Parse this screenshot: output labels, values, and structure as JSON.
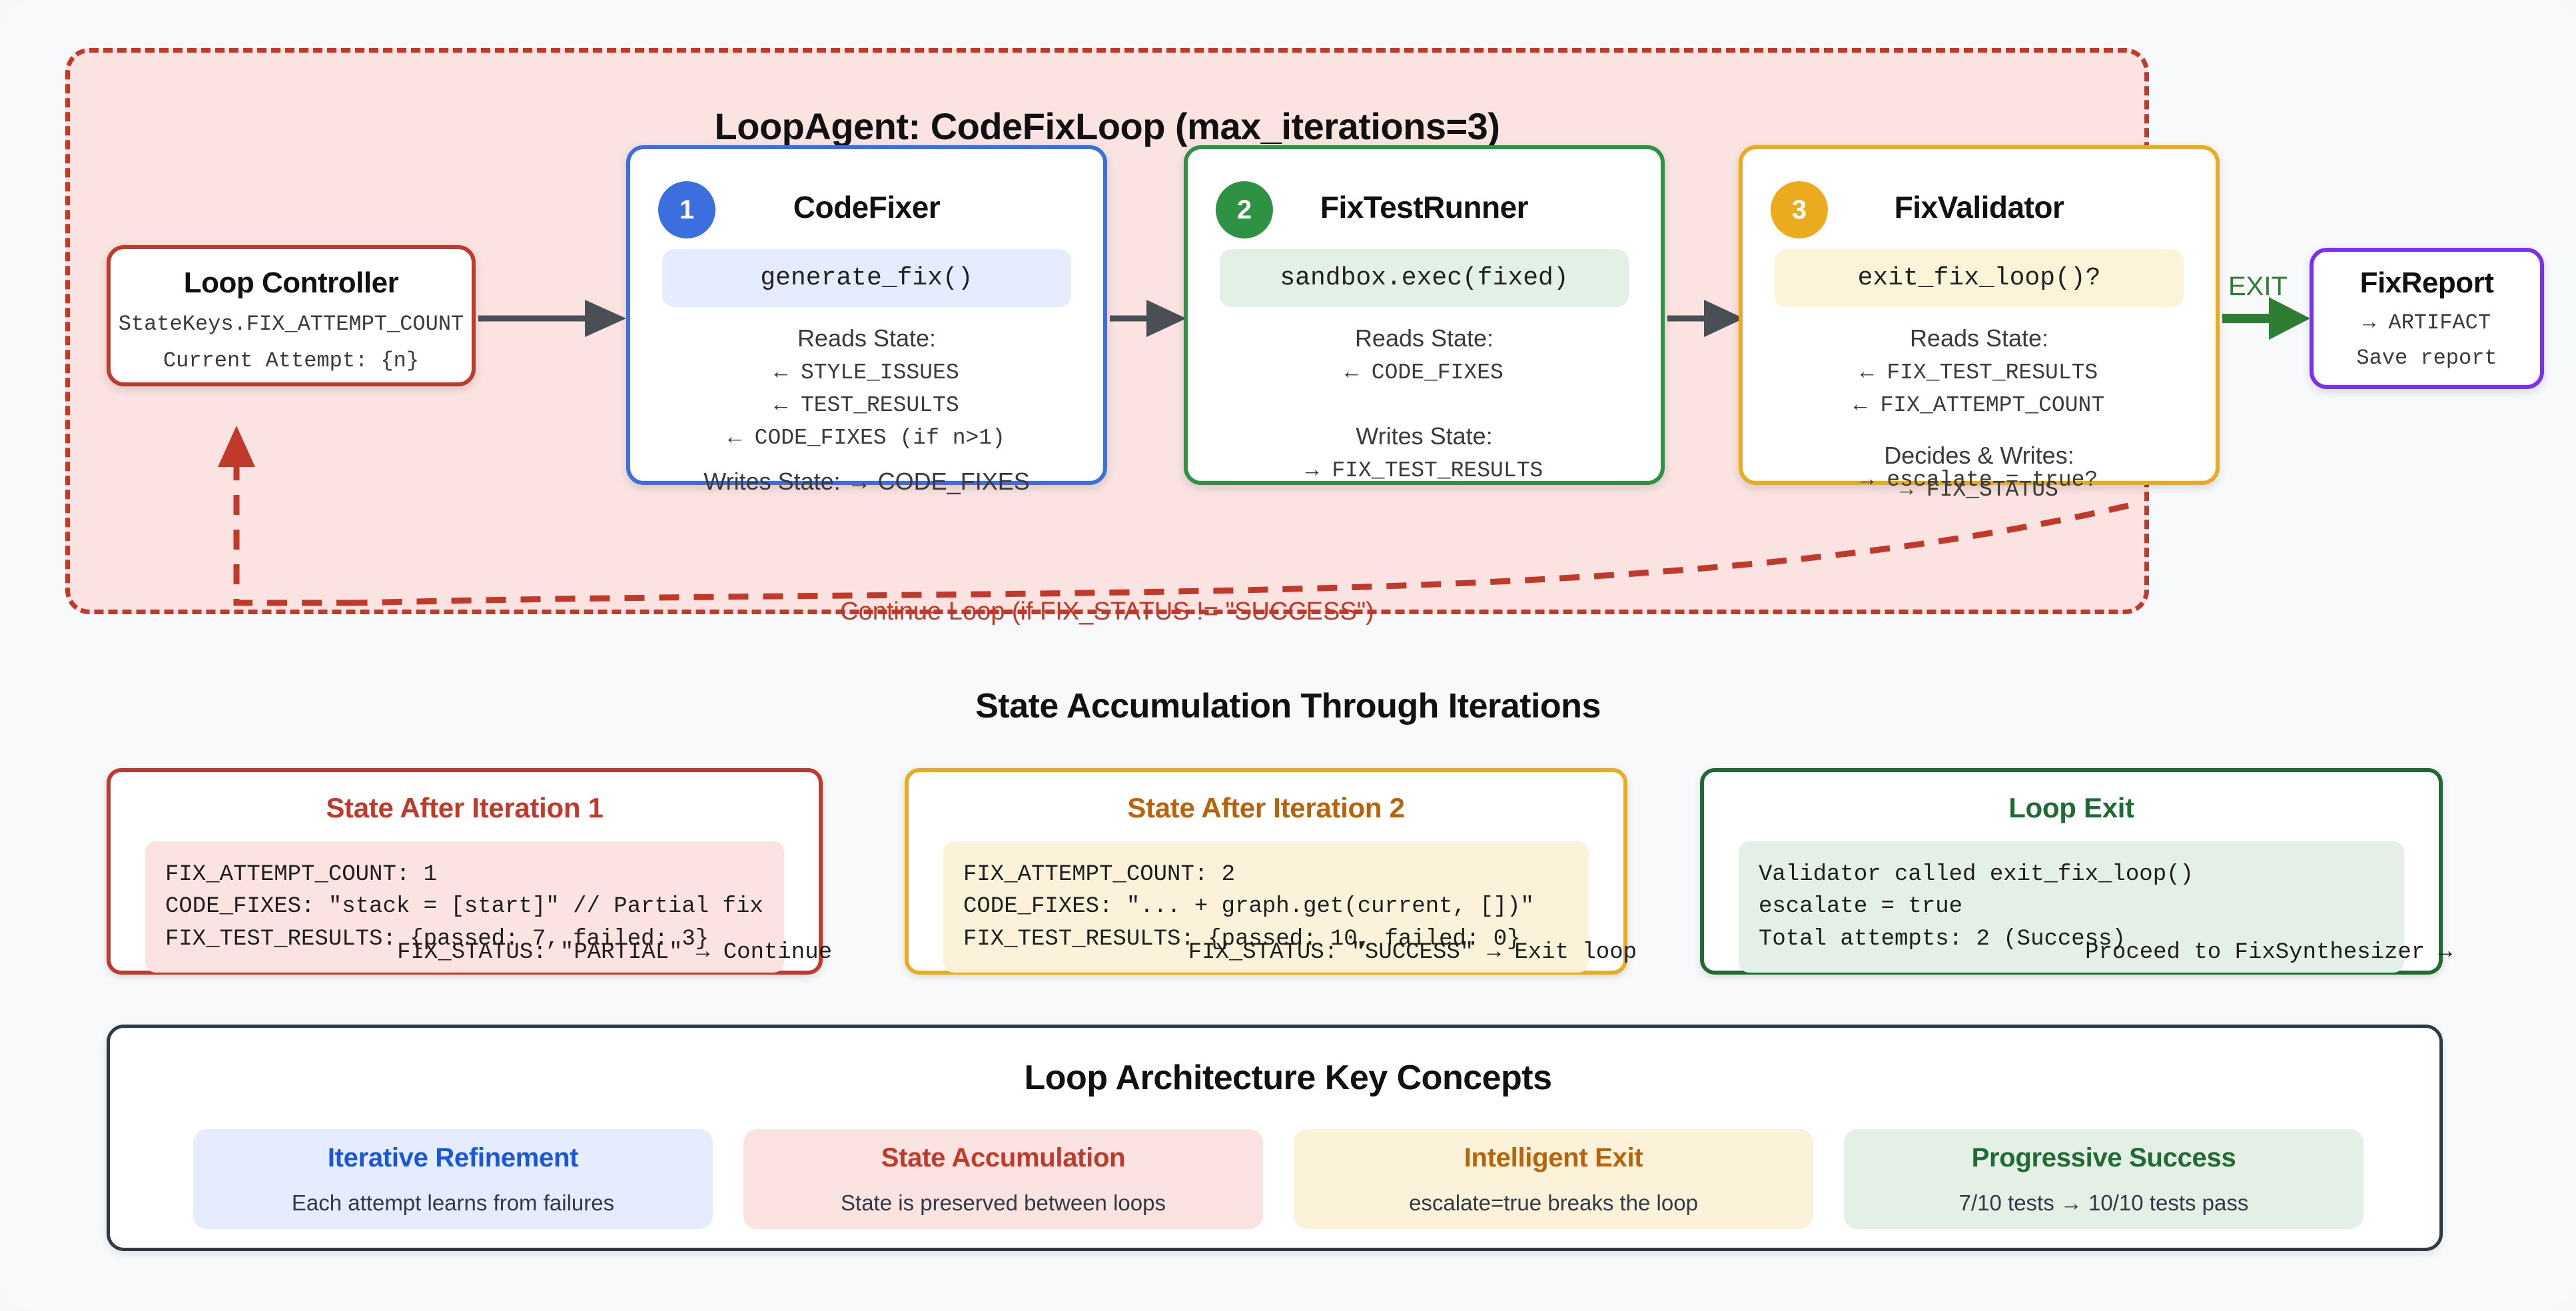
{
  "loop": {
    "title": "LoopAgent: CodeFixLoop (max_iterations=3)",
    "continue_label": "Continue Loop (if FIX_STATUS != \"SUCCESS\")",
    "exit_label": "EXIT",
    "border_color": "#c0392b",
    "background_color": "#fae3e0"
  },
  "controller": {
    "title": "Loop Controller",
    "line1": "StateKeys.FIX_ATTEMPT_COUNT",
    "line2": "Current Attempt: {n}",
    "color": "#c0392b"
  },
  "nodes": [
    {
      "badge": "1",
      "title": "CodeFixer",
      "call": "generate_fix()",
      "reads_label": "Reads State:",
      "reads": [
        "← STYLE_ISSUES",
        "← TEST_RESULTS",
        "← CODE_FIXES (if n>1)"
      ],
      "writes_label": "Writes State: → CODE_FIXES",
      "writes": [],
      "color": "#3b6fe0",
      "pill_bg": "#e4ecfd"
    },
    {
      "badge": "2",
      "title": "FixTestRunner",
      "call": "sandbox.exec(fixed)",
      "reads_label": "Reads State:",
      "reads": [
        "← CODE_FIXES"
      ],
      "writes_label": "Writes State:",
      "writes": [
        "→ FIX_TEST_RESULTS"
      ],
      "color": "#2e9245",
      "pill_bg": "#e2f0e5"
    },
    {
      "badge": "3",
      "title": "FixValidator",
      "call": "exit_fix_loop()?",
      "reads_label": "Reads State:",
      "reads": [
        "← FIX_TEST_RESULTS",
        "← FIX_ATTEMPT_COUNT"
      ],
      "writes_label": "Decides & Writes:",
      "writes": [
        "→ FIX_STATUS"
      ],
      "overflow": "→ escalate = true?",
      "color": "#eaab1e",
      "pill_bg": "#fcf3d8"
    }
  ],
  "report": {
    "title": "FixReport",
    "line1": "→ ARTIFACT",
    "line2": "Save report",
    "color": "#7b2ff2"
  },
  "state_section": {
    "heading": "State Accumulation Through Iterations",
    "cards": [
      {
        "title": "State After Iteration 1",
        "lines": [
          "FIX_ATTEMPT_COUNT: 1",
          "CODE_FIXES: \"stack = [start]\" // Partial fix",
          "FIX_TEST_RESULTS: {passed: 7, failed: 3}"
        ],
        "footer": "FIX_STATUS: \"PARTIAL\" → Continue",
        "color": "#c0392b"
      },
      {
        "title": "State After Iteration 2",
        "lines": [
          "FIX_ATTEMPT_COUNT: 2",
          "CODE_FIXES: \"... + graph.get(current, [])\"",
          "FIX_TEST_RESULTS: {passed: 10, failed: 0}"
        ],
        "footer": "FIX_STATUS: \"SUCCESS\" → Exit loop",
        "color": "#eaab1e"
      },
      {
        "title": "Loop Exit",
        "lines": [
          "Validator called exit_fix_loop()",
          "escalate = true",
          "Total attempts: 2 (Success)"
        ],
        "footer": "Proceed to FixSynthesizer →",
        "color": "#1e6b33"
      }
    ]
  },
  "concepts_section": {
    "heading": "Loop Architecture Key Concepts",
    "items": [
      {
        "title": "Iterative Refinement",
        "desc": "Each attempt learns from failures",
        "color": "#1a56db"
      },
      {
        "title": "State Accumulation",
        "desc": "State is preserved between loops",
        "color": "#c0392b"
      },
      {
        "title": "Intelligent Exit",
        "desc": "escalate=true breaks the loop",
        "color": "#b9620a"
      },
      {
        "title": "Progressive Success",
        "desc": "7/10 tests → 10/10 tests pass",
        "color": "#1e6b33"
      }
    ]
  }
}
